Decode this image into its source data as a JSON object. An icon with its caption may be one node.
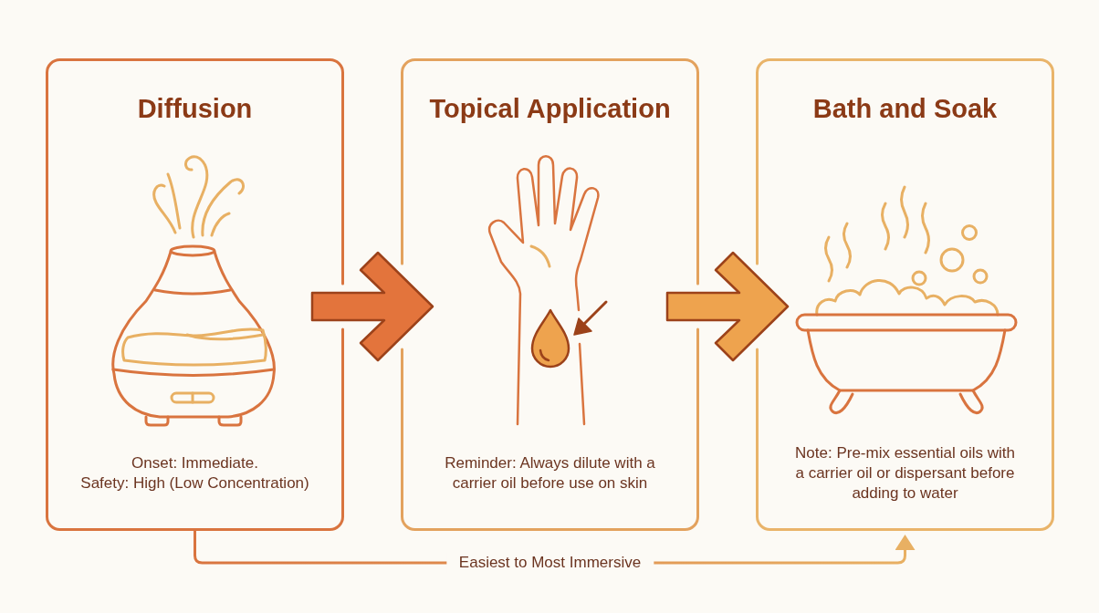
{
  "diagram": {
    "nodes": [
      {
        "text": [
          "Diffusion",
          "Onset: Immediate.",
          "Safety: High (Low Concentration)"
        ]
      },
      {
        "text": [
          "Topical Application",
          "Reminder: Always dilute with a carrier oil before use on skin"
        ]
      },
      {
        "text": [
          "Bath and Soak",
          "Note: Pre-mix essential oils with a carrier oil or dispersant before adding to water"
        ]
      }
    ],
    "edges": [
      {
        "from": 0,
        "to": 1,
        "arrow": "to",
        "style": "thick",
        "color": "#e3743c"
      },
      {
        "from": 1,
        "to": 2,
        "arrow": "to",
        "style": "thick",
        "color": "#eea34e"
      },
      {
        "from": 0,
        "to": 2,
        "arrow": "to",
        "label": "Easiest to Most Immersive"
      }
    ]
  }
}
